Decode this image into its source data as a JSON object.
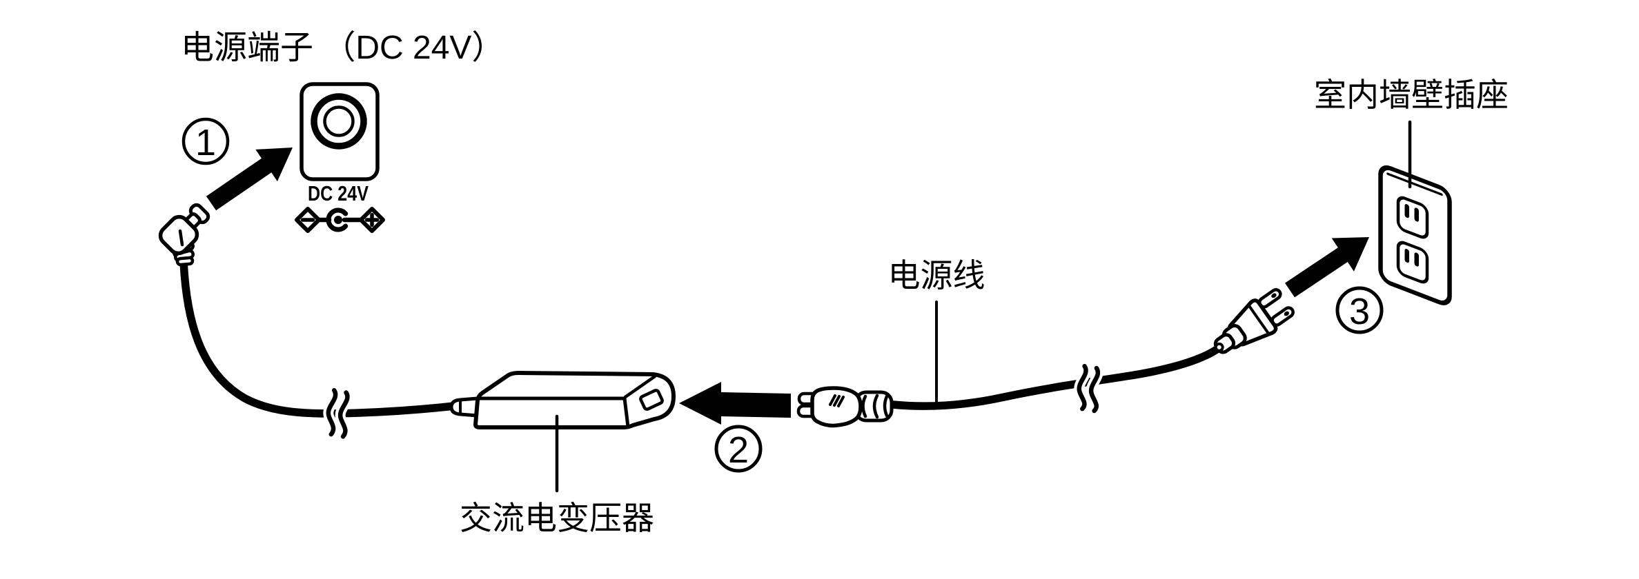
{
  "diagram": {
    "colors": {
      "ink": "#000000",
      "paper": "#ffffff"
    },
    "power_terminal_label": "电源端子 （DC 24V）",
    "jack_voltage_label": "DC 24V",
    "polarity": {
      "minus_symbol": "−",
      "plus_symbol": "+"
    },
    "adaptor_label": "交流电变压器",
    "power_cord_label": "电源线",
    "wall_outlet_label": "室内墙壁插座",
    "steps": [
      {
        "number": "1"
      },
      {
        "number": "2"
      },
      {
        "number": "3"
      }
    ]
  }
}
